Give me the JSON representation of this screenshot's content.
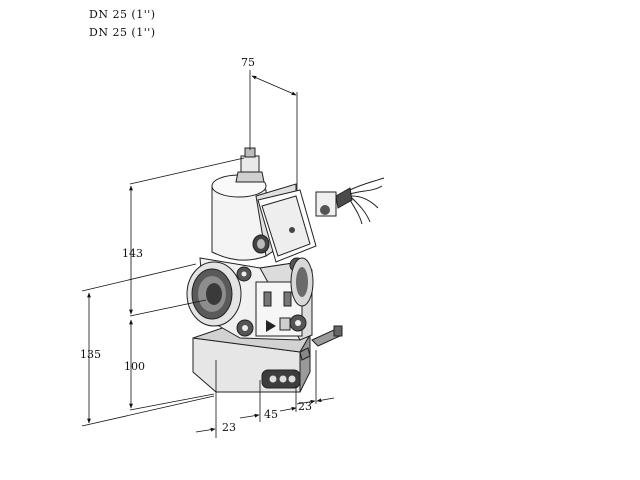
{
  "header": {
    "line1": "DN 25 (1'')",
    "line2": "DN 25 (1'')"
  },
  "dimensions": {
    "top_width": "75",
    "upper_height": "143",
    "total_height": "135",
    "lower_height": "100",
    "offset_left": "23",
    "bottom_width": "45",
    "offset_right": "23"
  },
  "colors": {
    "line": "#111111",
    "body_light": "#f2f2f2",
    "body_mid": "#cfcfcf",
    "body_dark": "#4a4a4a"
  }
}
